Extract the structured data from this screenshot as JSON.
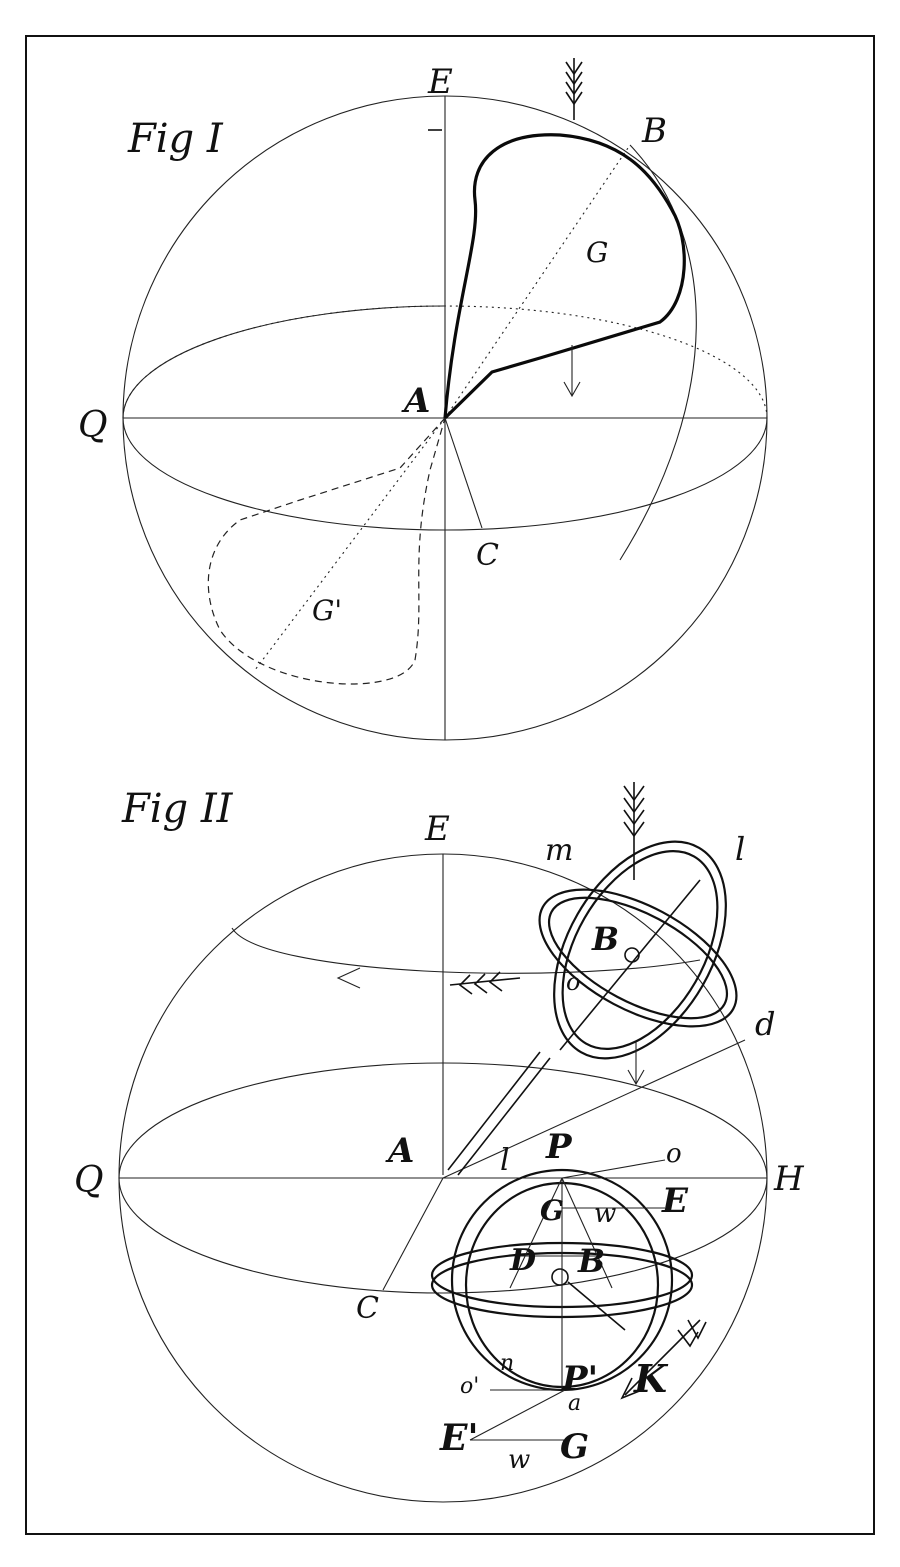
{
  "fig1": {
    "caption": "Fig I",
    "labels": {
      "E": "E",
      "B": "B",
      "G": "G",
      "Q": "Q",
      "A": "A",
      "C": "C",
      "G_prime": "G'"
    }
  },
  "fig2": {
    "caption": "Fig II",
    "labels": {
      "E": "E",
      "m": "m",
      "l_top": "l",
      "B_top": "B",
      "o_top": "o",
      "d": "d",
      "Q": "Q",
      "A": "A",
      "P": "P",
      "l_mid": "l",
      "o_mid": "o",
      "H": "H",
      "G": "G",
      "w": "w",
      "E_mid": "E",
      "D": "D",
      "B_mid": "B",
      "C": "C",
      "n": "n",
      "P_prime": "P'",
      "K": "K",
      "o_prime": "o'",
      "a": "a",
      "E_prime": "E'",
      "w_low": "w",
      "G_low": "G"
    }
  }
}
